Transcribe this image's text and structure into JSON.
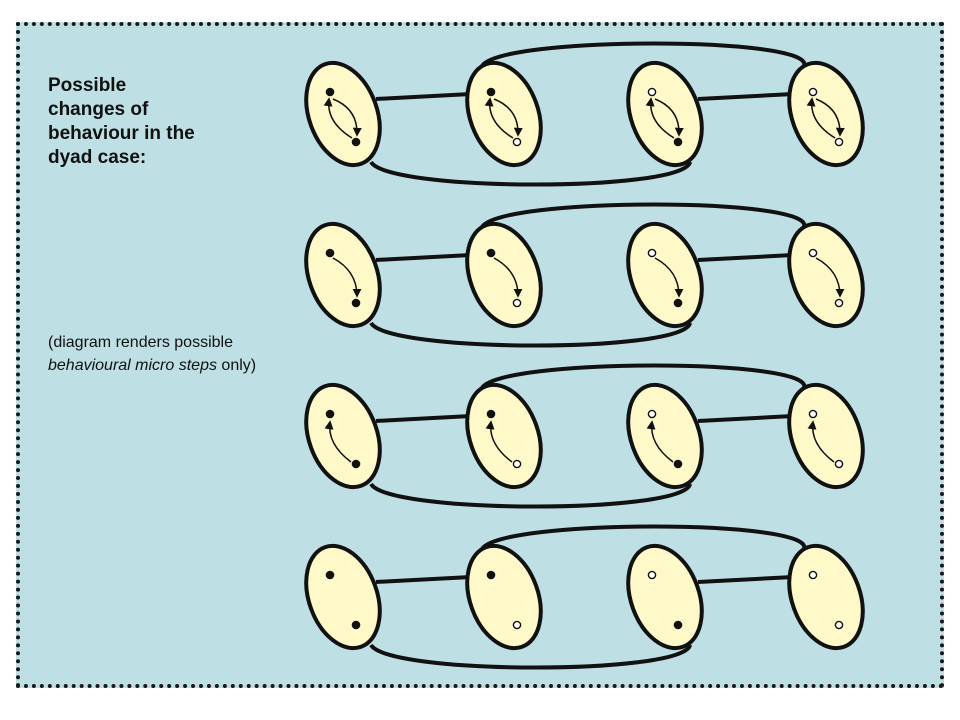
{
  "heading": {
    "line1": "Possible",
    "line2": "changes of",
    "line3": "behaviour in the",
    "line4": "dyad case:"
  },
  "note": {
    "part1": "(diagram renders possible ",
    "italic1": "behavioural micro steps",
    "part2": " only)"
  },
  "colors": {
    "panel": "#bee0e4",
    "ellipse_fill": "#fff8c8",
    "stroke": "#111111"
  },
  "agent_states": [
    {
      "top": "filled",
      "bottom": "filled"
    },
    {
      "top": "filled",
      "bottom": "hollow"
    },
    {
      "top": "hollow",
      "bottom": "filled"
    },
    {
      "top": "hollow",
      "bottom": "hollow"
    }
  ],
  "rows": [
    {
      "transition": "both-directions"
    },
    {
      "transition": "top-to-bottom"
    },
    {
      "transition": "bottom-to-top"
    },
    {
      "transition": "none"
    }
  ]
}
